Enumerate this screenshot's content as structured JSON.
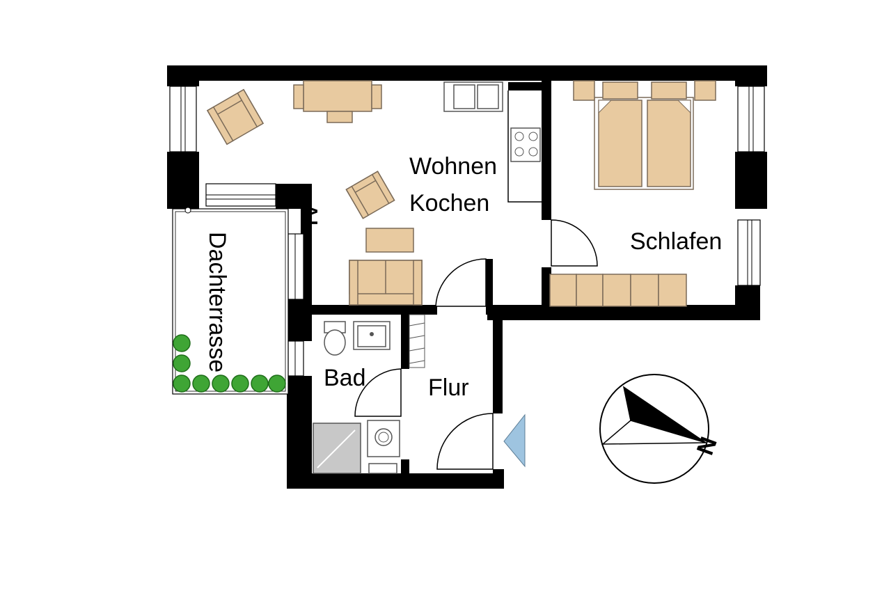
{
  "floorplan": {
    "rooms": {
      "wohnen_line1": "Wohnen",
      "wohnen_line2": "Kochen",
      "schlafen": "Schlafen",
      "bad": "Bad",
      "flur": "Flur",
      "dachterrasse": "Dachterrasse"
    },
    "tv_label": "TV",
    "compass": {
      "north_label": "N"
    },
    "colors": {
      "walls": "#000000",
      "furniture": "#e8caa0",
      "plants": "#3fa535",
      "shower": "#c8c8c8",
      "entrance_marker": "#9ec4e0"
    }
  }
}
